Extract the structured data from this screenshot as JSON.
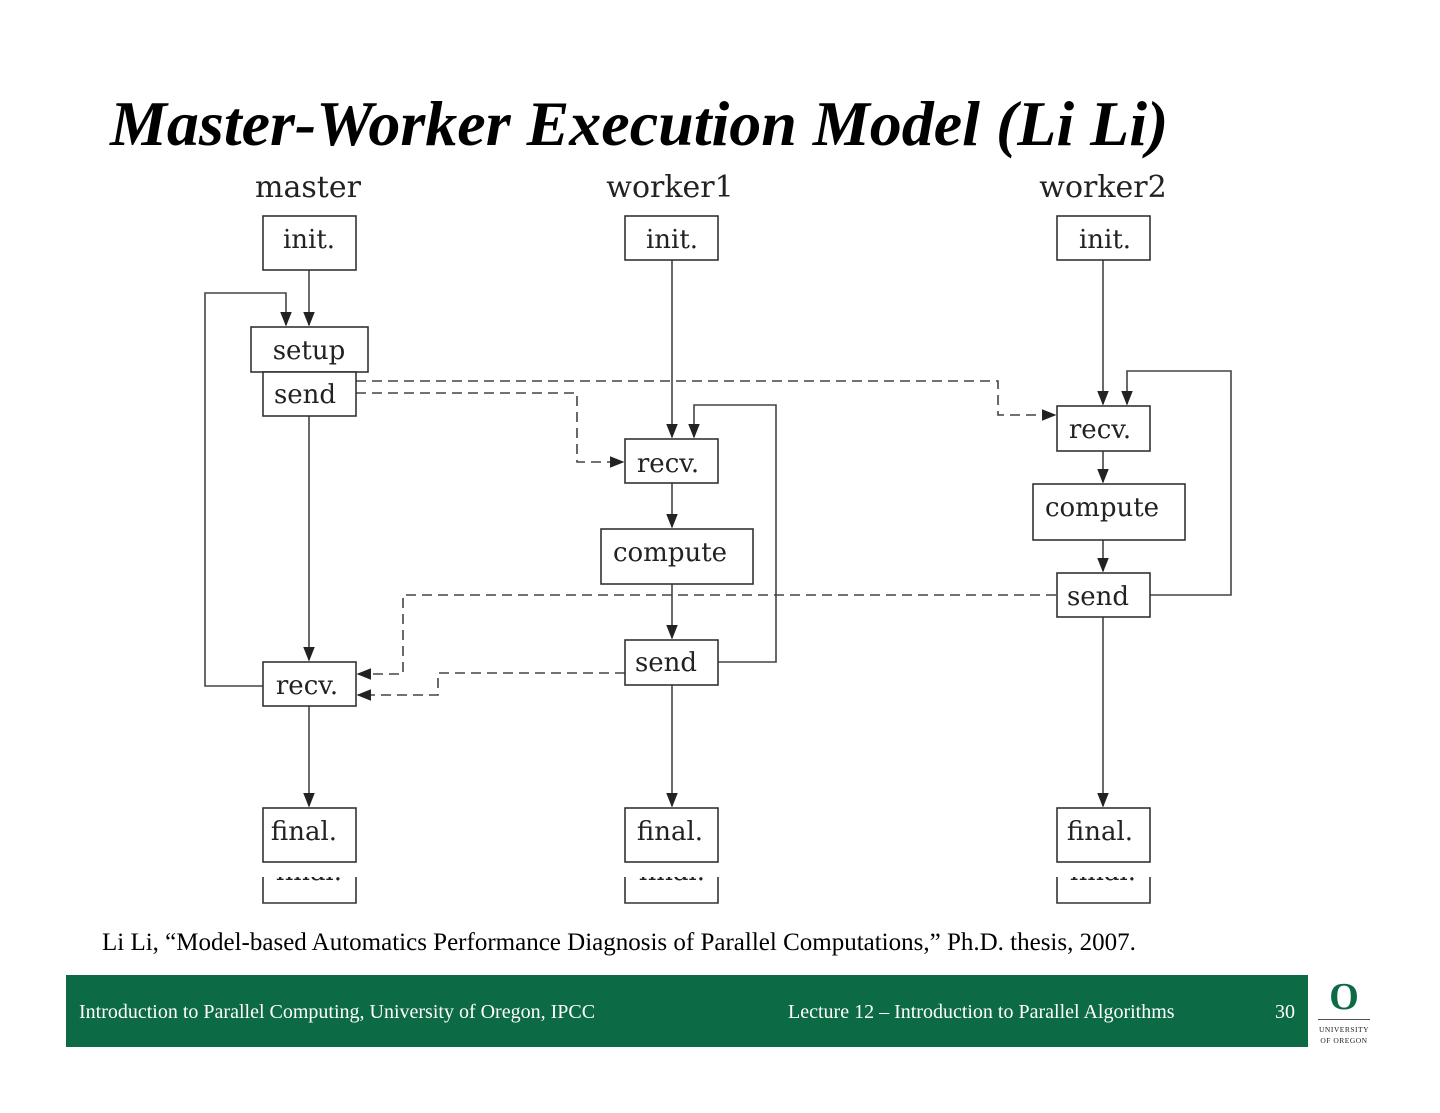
{
  "slide": {
    "title": "Master-Worker Execution Model (Li Li)",
    "citation": "Li Li, “Model-based Automatics Performance Diagnosis of Parallel Computations,” Ph.D. thesis, 2007."
  },
  "diagram": {
    "columns": [
      {
        "id": "master",
        "label": "master"
      },
      {
        "id": "worker1",
        "label": "worker1"
      },
      {
        "id": "worker2",
        "label": "worker2"
      }
    ],
    "nodes": [
      {
        "id": "m-init",
        "label": "init."
      },
      {
        "id": "m-setup",
        "label": "setup"
      },
      {
        "id": "m-send",
        "label": "send"
      },
      {
        "id": "m-recv",
        "label": "recv."
      },
      {
        "id": "m-final",
        "label": "final."
      },
      {
        "id": "w1-init",
        "label": "init."
      },
      {
        "id": "w1-recv",
        "label": "recv."
      },
      {
        "id": "w1-compute",
        "label": "compute"
      },
      {
        "id": "w1-send",
        "label": "send"
      },
      {
        "id": "w1-final",
        "label": "final."
      },
      {
        "id": "w2-init",
        "label": "init."
      },
      {
        "id": "w2-recv",
        "label": "recv."
      },
      {
        "id": "w2-compute",
        "label": "compute"
      },
      {
        "id": "w2-send",
        "label": "send"
      },
      {
        "id": "w2-final",
        "label": "final."
      }
    ],
    "edges": [
      {
        "from": "m-init",
        "to": "m-setup",
        "style": "solid"
      },
      {
        "from": "m-send",
        "to": "m-recv",
        "style": "solid"
      },
      {
        "from": "m-recv",
        "to": "m-final",
        "style": "solid"
      },
      {
        "from": "m-recv",
        "to": "m-setup",
        "style": "solid",
        "kind": "loop"
      },
      {
        "from": "w1-init",
        "to": "w1-recv",
        "style": "solid"
      },
      {
        "from": "w1-recv",
        "to": "w1-compute",
        "style": "solid"
      },
      {
        "from": "w1-compute",
        "to": "w1-send",
        "style": "solid"
      },
      {
        "from": "w1-send",
        "to": "w1-final",
        "style": "solid"
      },
      {
        "from": "w1-send",
        "to": "w1-recv",
        "style": "solid",
        "kind": "loop"
      },
      {
        "from": "w2-init",
        "to": "w2-recv",
        "style": "solid"
      },
      {
        "from": "w2-recv",
        "to": "w2-compute",
        "style": "solid"
      },
      {
        "from": "w2-compute",
        "to": "w2-send",
        "style": "solid"
      },
      {
        "from": "w2-send",
        "to": "w2-final",
        "style": "solid"
      },
      {
        "from": "w2-send",
        "to": "w2-recv",
        "style": "solid",
        "kind": "loop"
      },
      {
        "from": "m-send",
        "to": "w1-recv",
        "style": "dashed"
      },
      {
        "from": "m-send",
        "to": "w2-recv",
        "style": "dashed"
      },
      {
        "from": "w1-send",
        "to": "m-recv",
        "style": "dashed"
      },
      {
        "from": "w2-send",
        "to": "m-recv",
        "style": "dashed"
      }
    ]
  },
  "footer": {
    "left": "Introduction to Parallel Computing, University of Oregon, IPCC",
    "right": "Lecture 12 – Introduction to Parallel Algorithms",
    "page": "30"
  },
  "logo": {
    "mark": "O",
    "line1": "UNIVERSITY",
    "line2": "OF OREGON"
  },
  "colors": {
    "footer_bg": "#0c6a45",
    "logo_green": "#0c6a45",
    "box_stroke": "#333333",
    "edge_stroke": "#444444"
  }
}
